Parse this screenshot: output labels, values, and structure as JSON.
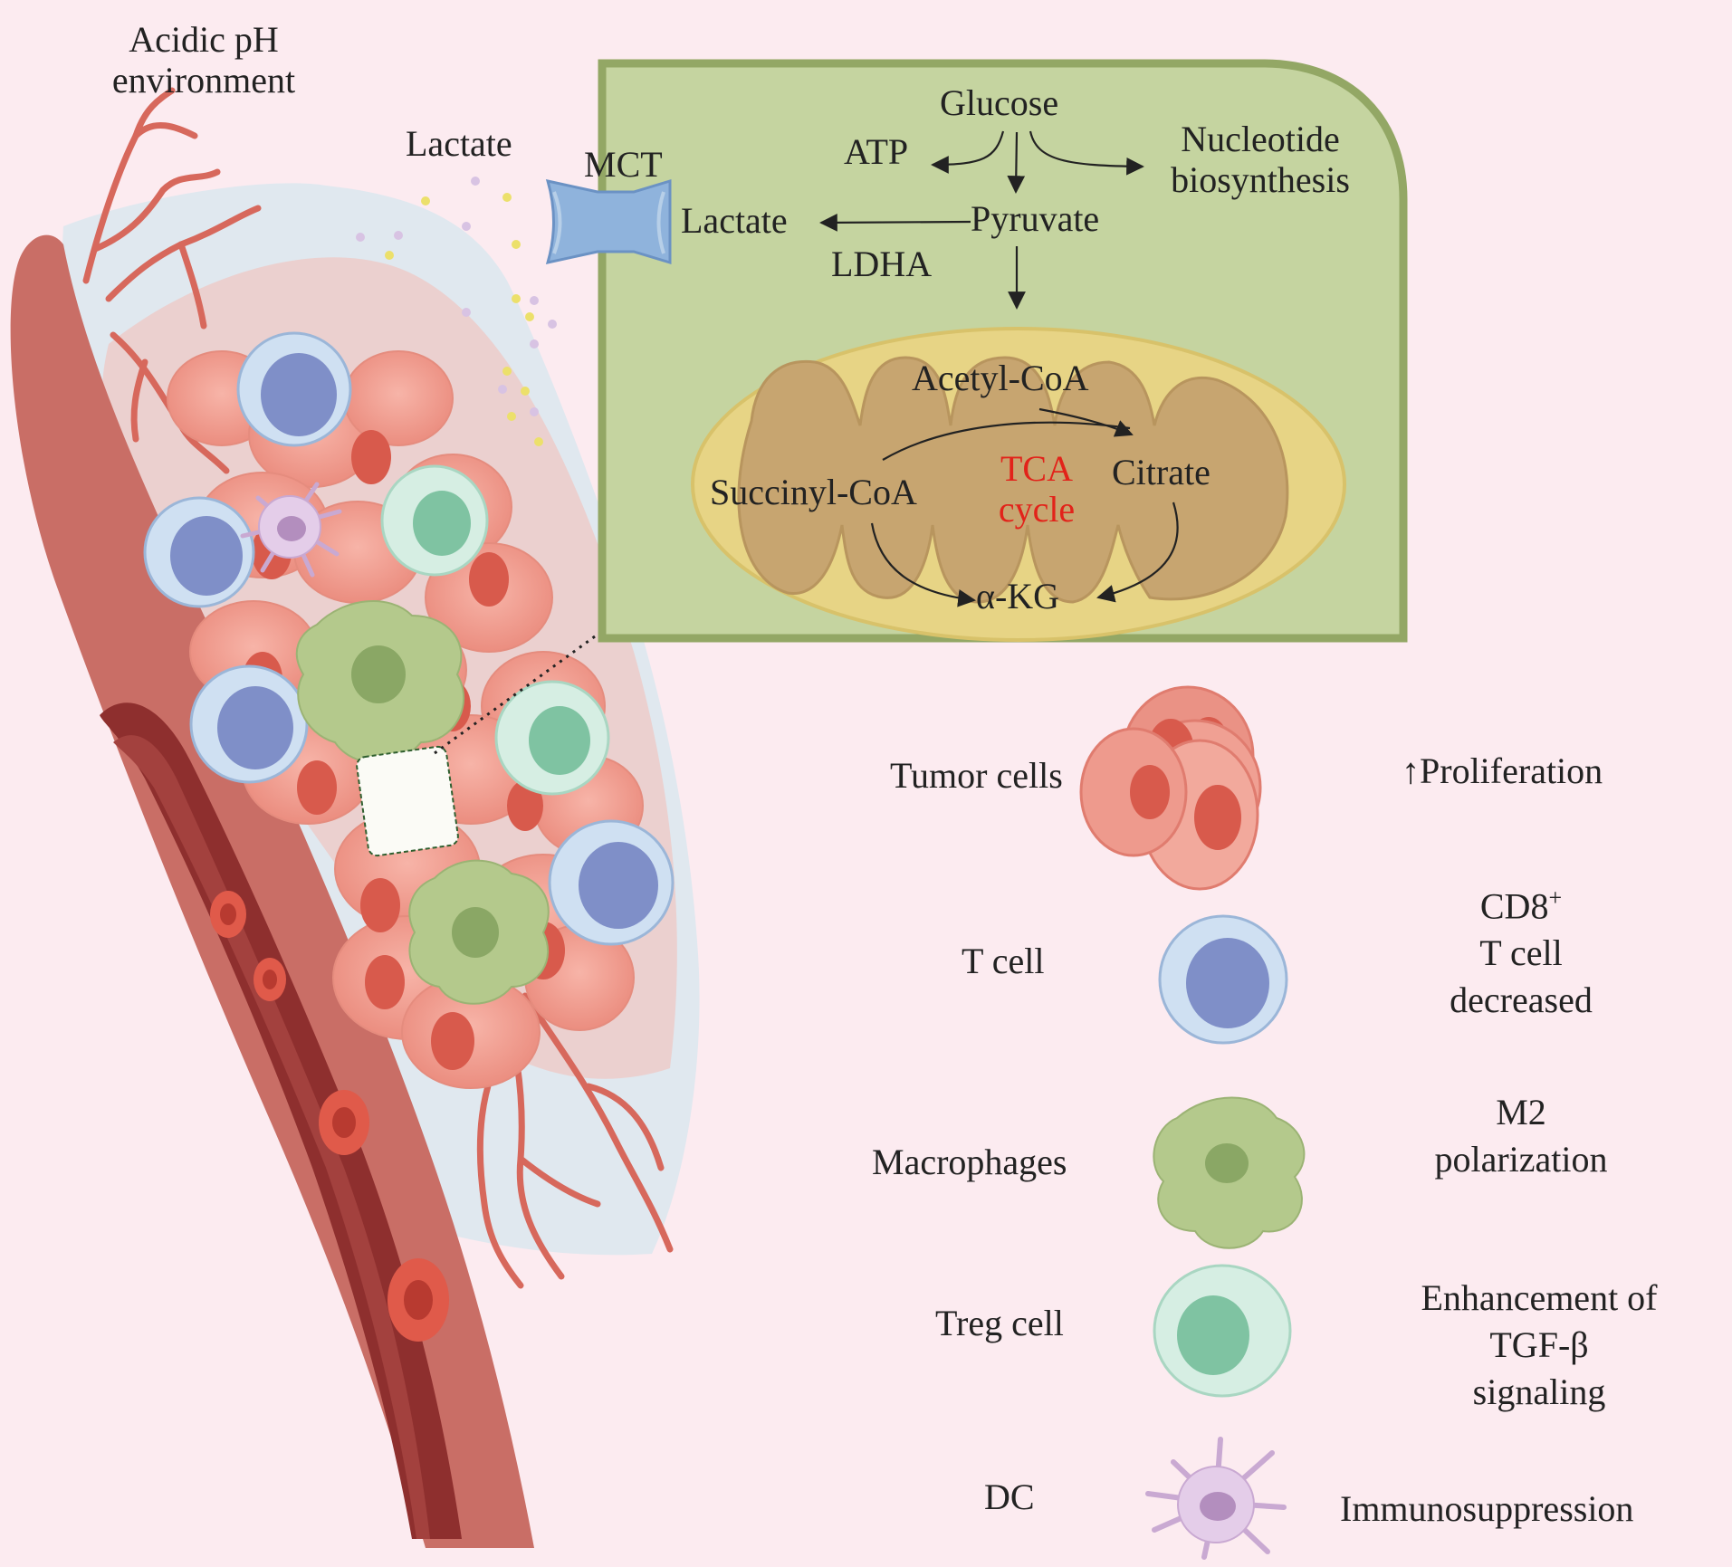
{
  "environment": {
    "acidic_ph": "Acidic pH",
    "acidic_ph_line2": "environment",
    "lactate": "Lactate",
    "mct": "MCT"
  },
  "pathway": {
    "glucose": "Glucose",
    "atp": "ATP",
    "nucleotide_line1": "Nucleotide",
    "nucleotide_line2": "biosynthesis",
    "lactate": "Lactate",
    "pyruvate": "Pyruvate",
    "ldha": "LDHA",
    "acetyl_coa": "Acetyl-CoA",
    "succinyl_coa": "Succinyl-CoA",
    "tca_line1": "TCA",
    "tca_line2": "cycle",
    "citrate": "Citrate",
    "akg": "α-KG"
  },
  "legend": {
    "tumor": {
      "name": "Tumor cells",
      "effect": "↑Proliferation"
    },
    "tcell": {
      "name": "T cell",
      "effect_line1": "CD8",
      "effect_sup": "+",
      "effect_line2": "T cell",
      "effect_line3": "decreased"
    },
    "macrophage": {
      "name": "Macrophages",
      "effect_line1": "M2",
      "effect_line2": "polarization"
    },
    "treg": {
      "name": "Treg cell",
      "effect_line1": "Enhancement of",
      "effect_line2": "TGF-β",
      "effect_line3": "signaling"
    },
    "dc": {
      "name": "DC",
      "effect": "Immunosuppression"
    }
  },
  "colors": {
    "background": "#fcebf0",
    "cell_panel": "#c5d4a0",
    "cell_border": "#93a765",
    "mito_outer": "#e7d485",
    "mito_inner": "#c7a570",
    "tca_text": "#e2231a",
    "tumor": "#f0a093",
    "tumor_nucleus": "#d85a4c",
    "tcell": "#7f8fc8",
    "macrophage": "#a9c27d",
    "treg": "#7fc3a2",
    "dc": "#c9a9d2",
    "vessel": "#c06058"
  }
}
